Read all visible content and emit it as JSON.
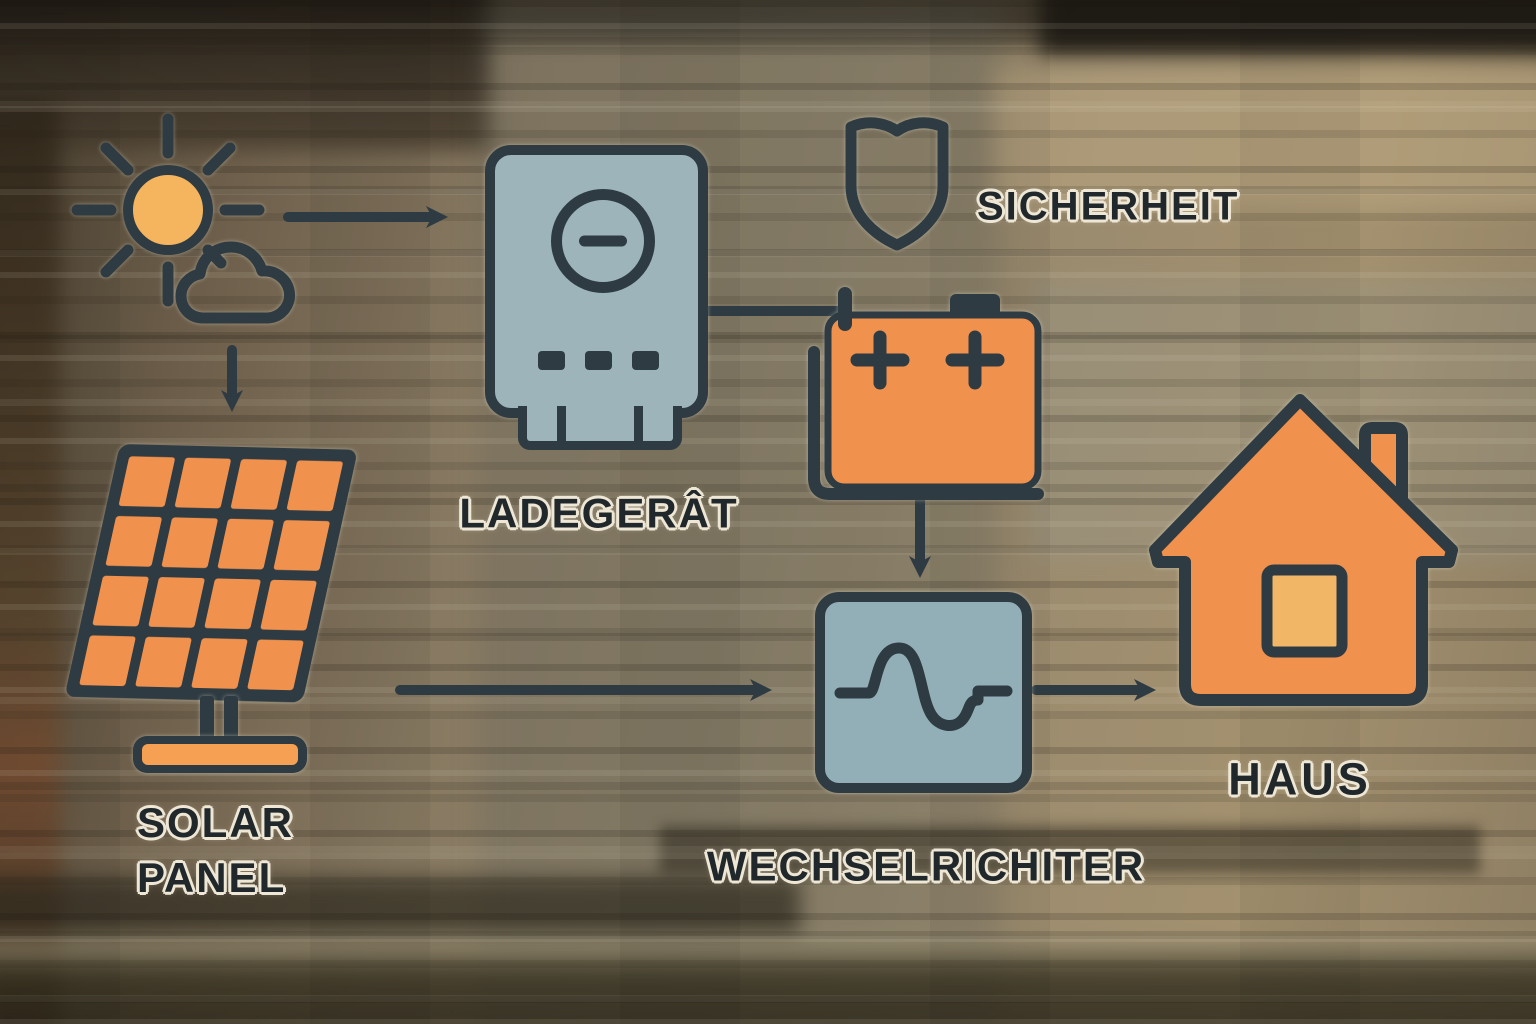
{
  "diagram": {
    "labels": {
      "solar_panel": "SOLAR\nPANEL",
      "charger": "LADEGERÂT",
      "security": "SICHERHEIT",
      "inverter": "WECHSELRICHITER",
      "house": "HAUS"
    },
    "nodes": [
      {
        "id": "sun",
        "icon": "sun-icon"
      },
      {
        "id": "cloud",
        "icon": "cloud-icon"
      },
      {
        "id": "solar-panel",
        "icon": "solar-panel-icon",
        "label": "SOLAR\nPANEL"
      },
      {
        "id": "charger",
        "icon": "charger-icon",
        "label": "LADEGERÂT"
      },
      {
        "id": "security",
        "icon": "shield-icon",
        "label": "SICHERHEIT"
      },
      {
        "id": "battery",
        "icon": "battery-icon"
      },
      {
        "id": "inverter",
        "icon": "inverter-icon",
        "label": "WECHSELRICHITER"
      },
      {
        "id": "house",
        "icon": "house-icon",
        "label": "HAUS"
      }
    ],
    "connections": [
      {
        "from": "sun",
        "to": "charger",
        "type": "arrow"
      },
      {
        "from": "cloud",
        "to": "solar-panel",
        "type": "arrow"
      },
      {
        "from": "charger",
        "to": "battery",
        "type": "line"
      },
      {
        "from": "battery",
        "to": "inverter",
        "type": "arrow"
      },
      {
        "from": "solar-panel",
        "to": "inverter",
        "type": "arrow"
      },
      {
        "from": "inverter",
        "to": "house",
        "type": "arrow"
      }
    ]
  },
  "colors": {
    "outline": "#2e3b42",
    "orange": "#f0914e",
    "orange-light": "#f5b55e",
    "orange-light2": "#f5a052",
    "blue-gray": "#9cb4ba",
    "blue-gray-dark": "#92afb8",
    "label": "#20282c",
    "label-halo": "#efe7d5"
  }
}
